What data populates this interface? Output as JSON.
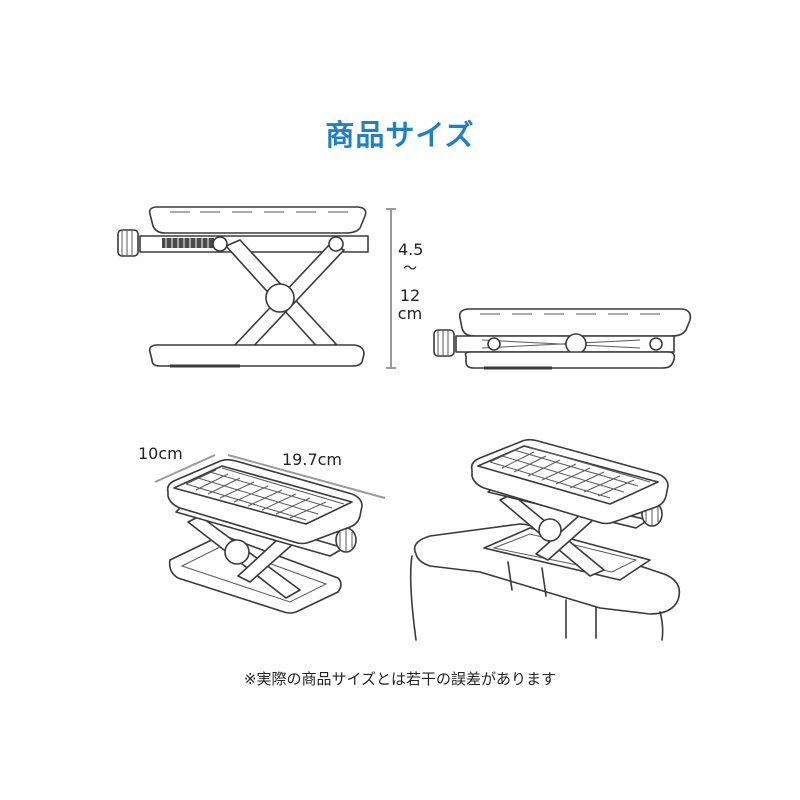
{
  "page": {
    "title": "商品サイズ",
    "title_color": "#1f7fc7",
    "height_range": {
      "min": "4.5",
      "sep": "〜",
      "max": "12",
      "unit": "cm"
    },
    "width_label": "10cm",
    "length_label": "19.7cm",
    "note": "※実際の商品サイズとは若干の誤差があります"
  }
}
